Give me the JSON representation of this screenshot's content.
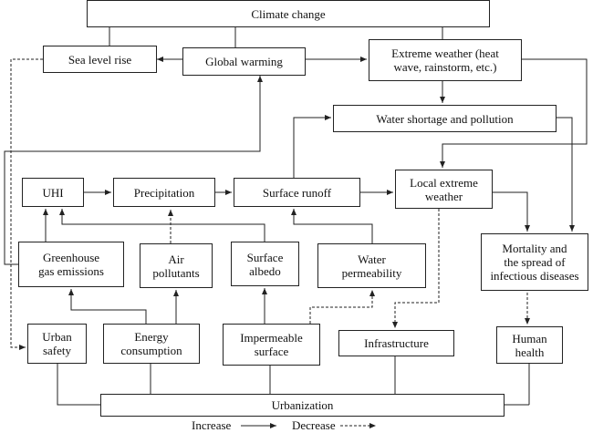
{
  "diagram": {
    "nodes": {
      "climate_change": "Climate change",
      "sea_level_rise": "Sea level rise",
      "global_warming": "Global warming",
      "extreme_weather": "Extreme weather (heat\nwave, rainstorm, etc.)",
      "water_shortage": "Water shortage and pollution",
      "uhi": "UHI",
      "precipitation": "Precipitation",
      "surface_runoff": "Surface runoff",
      "local_extreme_weather": "Local extreme\nweather",
      "greenhouse_gas": "Greenhouse\ngas emissions",
      "air_pollutants": "Air\npollutants",
      "surface_albedo": "Surface\nalbedo",
      "water_permeability": "Water\npermeability",
      "mortality": "Mortality and\nthe spread of\ninfectious diseases",
      "urban_safety": "Urban\nsafety",
      "energy_consumption": "Energy\nconsumption",
      "impermeable_surface": "Impermeable\nsurface",
      "infrastructure": "Infrastructure",
      "human_health": "Human\nhealth",
      "urbanization": "Urbanization"
    },
    "legend": {
      "increase": "Increase",
      "decrease": "Decrease"
    }
  }
}
